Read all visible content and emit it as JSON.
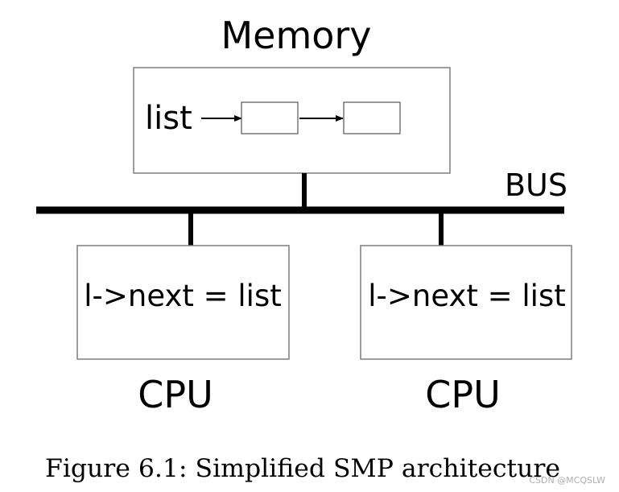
{
  "memory": {
    "title": "Memory",
    "list_label": "list"
  },
  "bus": {
    "label": "BUS"
  },
  "cpus": [
    {
      "code": "l->next = list",
      "label": "CPU"
    },
    {
      "code": "l->next = list",
      "label": "CPU"
    }
  ],
  "caption": "Figure 6.1: Simplified SMP architecture",
  "watermark": "CSDN @MCQSLW"
}
